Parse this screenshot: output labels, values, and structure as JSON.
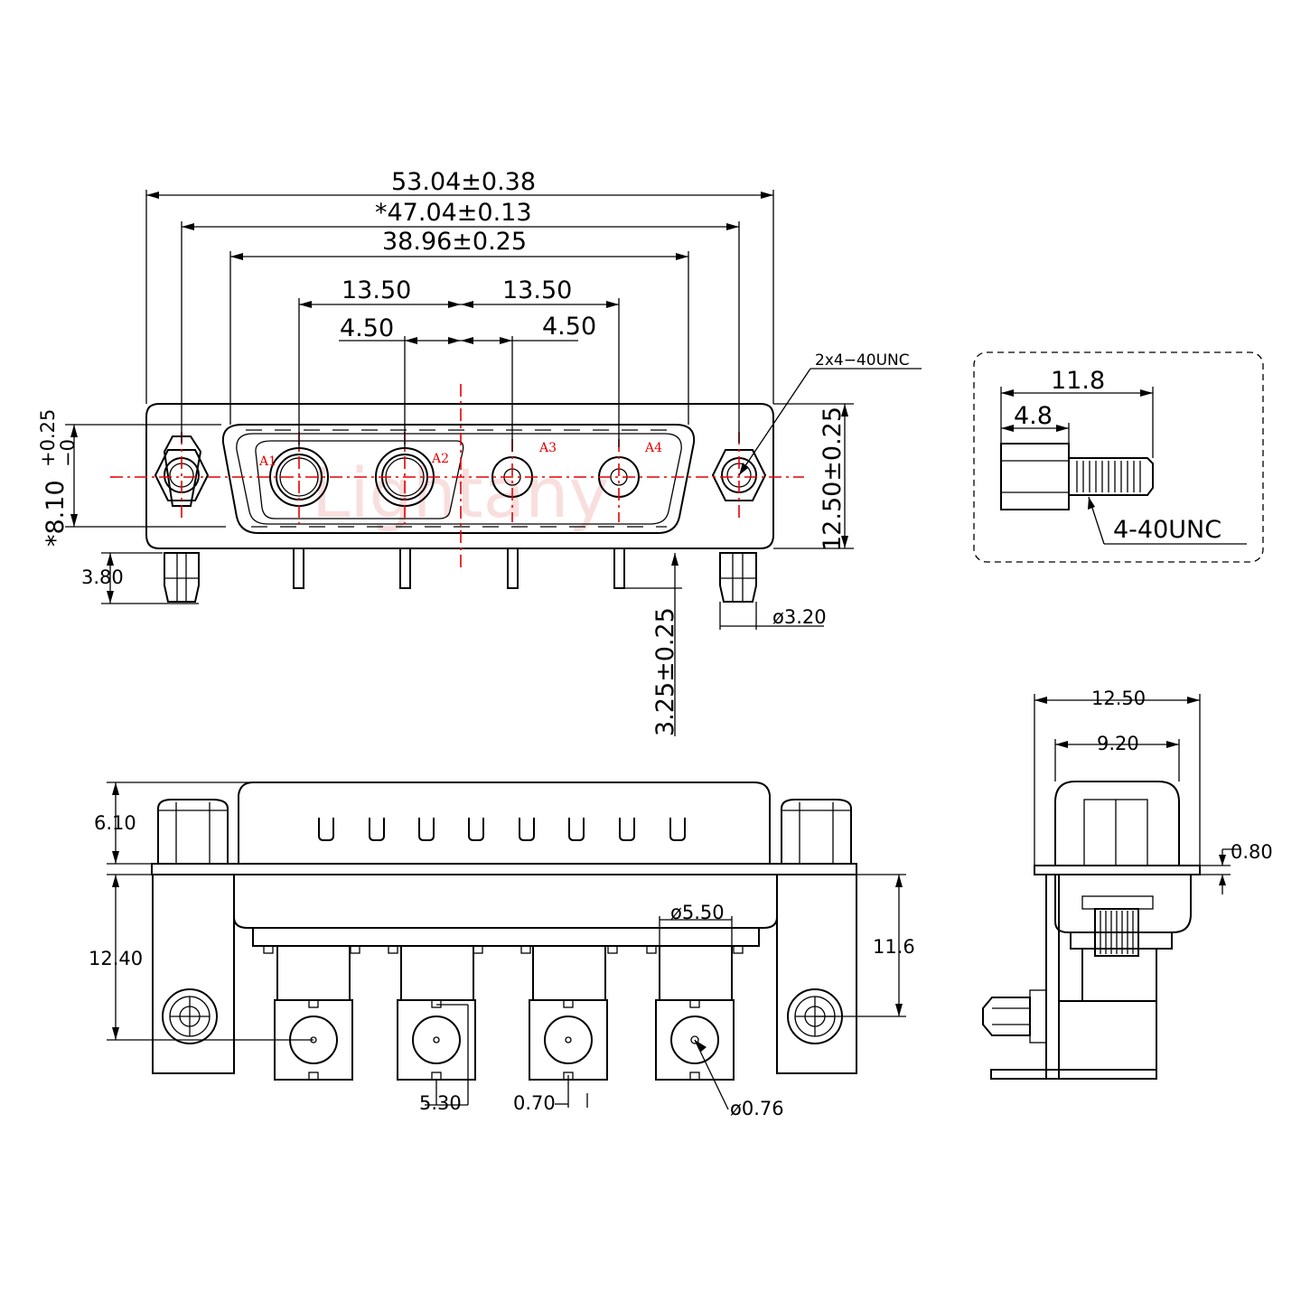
{
  "watermark": "Lightany",
  "front_view": {
    "overall_width": "53.04±0.38",
    "mount_hole_pitch": "*47.04±0.13",
    "shell_width": "38.96±0.25",
    "pitch_left": "13.50",
    "pitch_right": "13.50",
    "offset_left": "4.50",
    "offset_right": "4.50",
    "thread_callout": "2x4−40UNC",
    "shell_height": "*8.10",
    "shell_height_tol_upper": "+0.25",
    "shell_height_tol_lower": "−0",
    "flange_height": "12.50±0.25",
    "peg_length": "3.80",
    "peg_diameter": "ø3.20",
    "pin_offset": "3.25±0.25",
    "pin_labels": [
      "A1",
      "A2",
      "A3",
      "A4"
    ]
  },
  "screw_detail": {
    "total_length": "11.8",
    "head_length": "4.8",
    "thread": "4-40UNC"
  },
  "bottom_view": {
    "top_height": "6.10",
    "body_height": "12.40",
    "pin_row_height": "11.6",
    "contact_diameter": "ø5.50",
    "block_spacing": "5.30",
    "pin_width": "0.70",
    "pin_diameter": "ø0.76"
  },
  "side_view": {
    "overall_depth": "12.50",
    "shell_depth": "9.20",
    "flange_thickness": "0.80"
  }
}
